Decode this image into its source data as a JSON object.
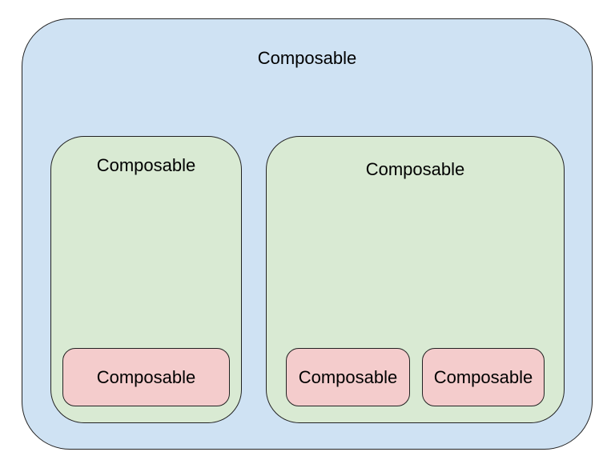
{
  "colors": {
    "root_fill": "#cfe2f3",
    "group_fill": "#d9ead3",
    "leaf_fill": "#f4cccc",
    "stroke": "#222222",
    "text": "#000000"
  },
  "diagram": {
    "root": {
      "label": "Composable",
      "children": [
        {
          "label": "Composable",
          "children": [
            {
              "label": "Composable"
            }
          ]
        },
        {
          "label": "Composable",
          "children": [
            {
              "label": "Composable"
            },
            {
              "label": "Composable"
            }
          ]
        }
      ]
    }
  }
}
